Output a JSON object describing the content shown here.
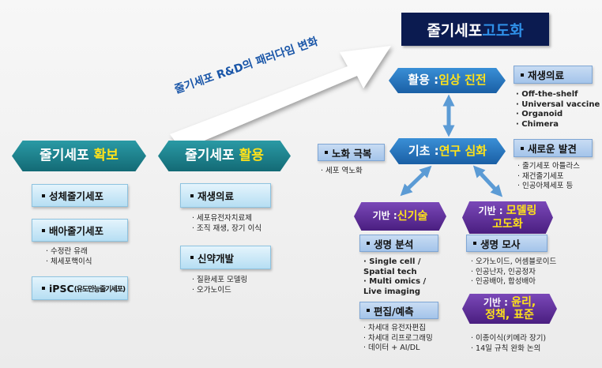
{
  "title": {
    "main": "줄기세포",
    "highlight": "고도화"
  },
  "paradigm_arrow": "줄기세포 R&D의 패러다임 변화",
  "secure": {
    "label": "줄기세포",
    "highlight": "확보",
    "items": [
      "성체줄기세포",
      "배아줄기세포"
    ],
    "embryonic_bullets": [
      "수정란 유래",
      "체세포핵이식"
    ],
    "ipsc": "iPSC",
    "ipsc_note": "(유도만능줄기세포)"
  },
  "use": {
    "label": "줄기세포",
    "highlight": "활용",
    "regen": "재생의료",
    "regen_bullets": [
      "세포유전자치료제",
      "조직 재생, 장기 이식"
    ],
    "drug": "신약개발",
    "drug_bullets": [
      "질환세포 모델링",
      "오가노이드"
    ]
  },
  "clinical": {
    "label": "활용 : ",
    "highlight": "임상 진전",
    "box": "재생의료",
    "bullets": [
      "Off-the-shelf",
      "Universal vaccine",
      "Organoid",
      "Chimera"
    ]
  },
  "basic": {
    "label": "기초 : ",
    "highlight": "연구 심화",
    "aging": "노화 극복",
    "aging_bullets": [
      "세포 역노화"
    ],
    "discovery": "새로운 발견",
    "discovery_bullets": [
      "줄기세포 아틀라스",
      "재건줄기세포",
      "인공아체세포 등"
    ]
  },
  "newtech": {
    "label": "기반 : ",
    "highlight": "신기술",
    "analysis": "생명 분석",
    "analysis_bullets": [
      "Single cell / Spatial tech",
      "Multi omics / Live imaging"
    ],
    "edit": "편집/예측",
    "edit_bullets": [
      "차세대 유전자편집",
      "차세대 리프로그래밍",
      "데이터 + AI/DL"
    ]
  },
  "modeling": {
    "label": "기반 : ",
    "highlight1": "모델링",
    "highlight2": "고도화",
    "sim": "생명 모사",
    "sim_bullets": [
      "오가노이드, 어셈블로이드",
      "인공난자, 인공정자",
      "인공배아, 합성배아"
    ]
  },
  "ethics": {
    "label": "기반 : ",
    "highlight1": "윤리,",
    "highlight2": "정책, 표준",
    "bullets": [
      "이종이식(키메라 장기)",
      "14일 규칙 완화 논의"
    ]
  }
}
